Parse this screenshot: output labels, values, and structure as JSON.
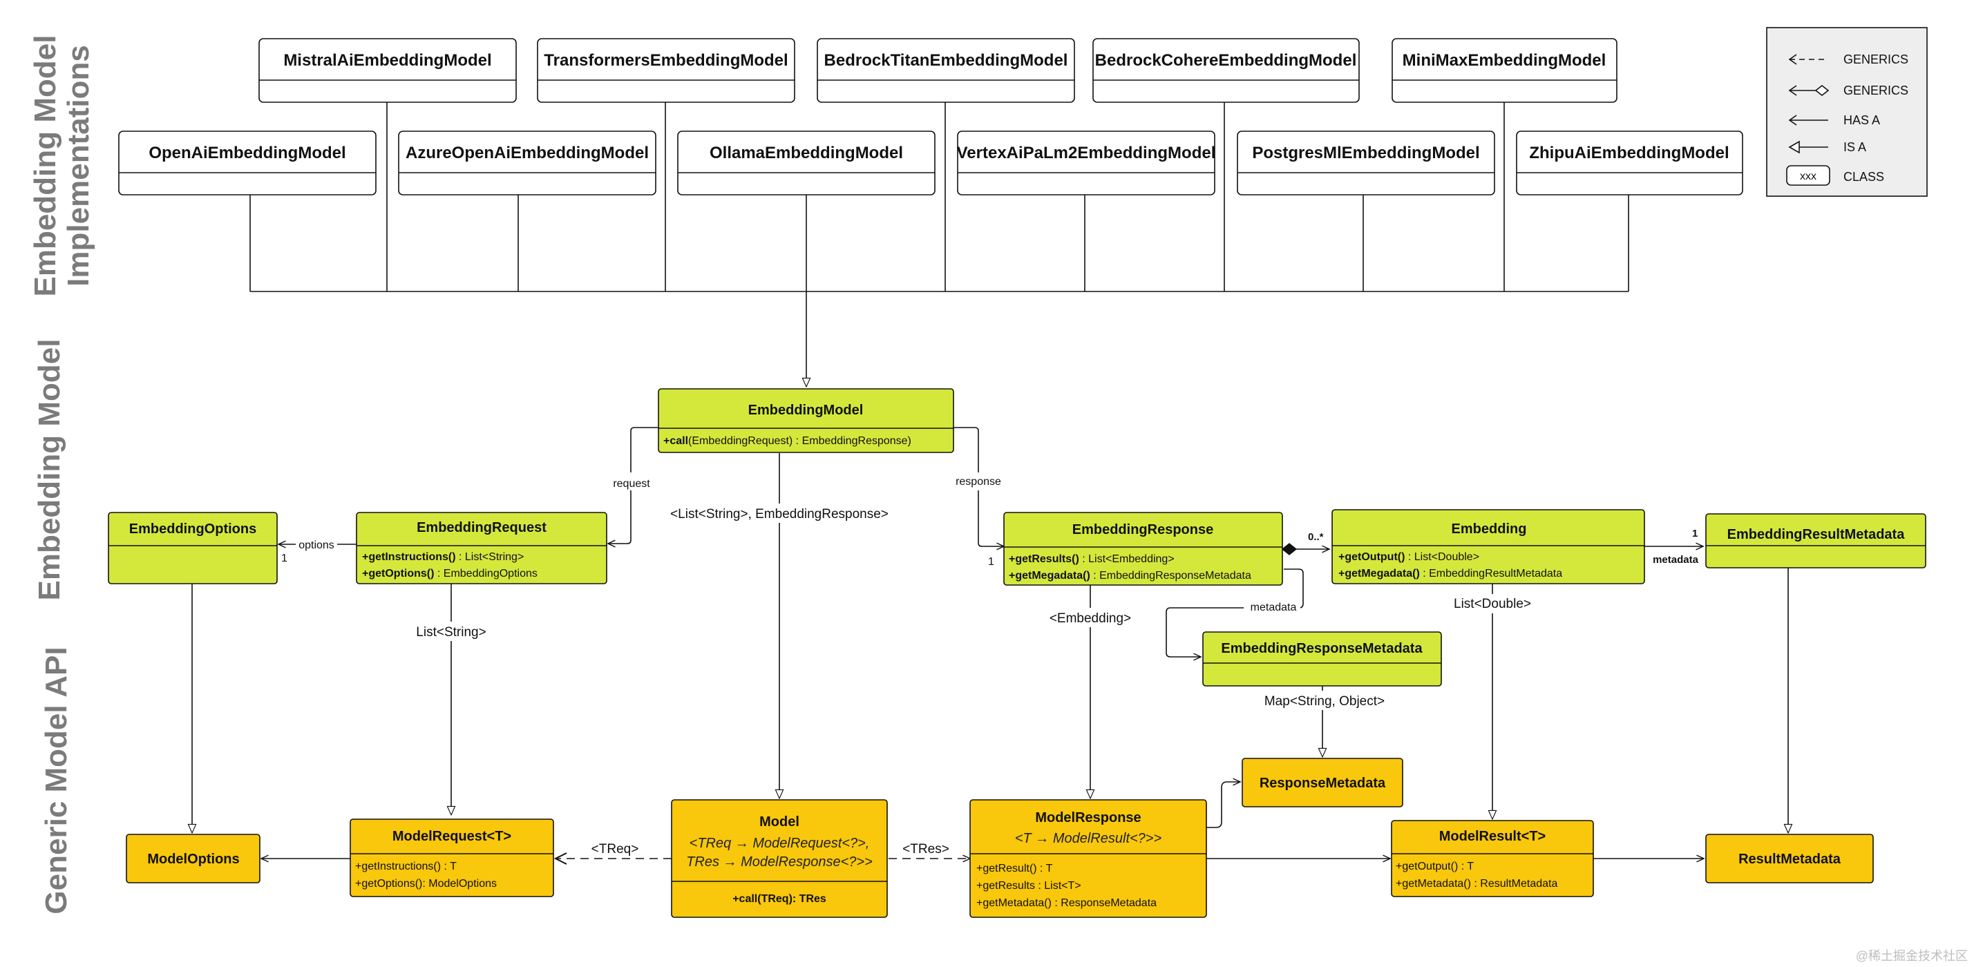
{
  "sections": {
    "implementations_line1": "Embedding Model",
    "implementations_line2": "Implementations",
    "embedding_model": "Embedding Model",
    "generic_api": "Generic Model API"
  },
  "implementations": [
    "MistralAiEmbeddingModel",
    "TransformersEmbeddingModel",
    "BedrockTitanEmbeddingModel",
    "BedrockCohereEmbeddingModel",
    "MiniMaxEmbeddingModel",
    "OpenAiEmbeddingModel",
    "AzureOpenAiEmbeddingModel",
    "OllamaEmbeddingModel",
    "VertexAiPaLm2EmbeddingModel",
    "PostgresMlEmbeddingModel",
    "ZhipuAiEmbeddingModel"
  ],
  "legend": {
    "generics_dashed": "GENERICS",
    "generics_diamond": "GENERICS",
    "has_a": "HAS A",
    "is_a": "IS A",
    "class_box": "xxx",
    "class_label": "CLASS"
  },
  "colors": {
    "embedding_layer": "#d4e83c",
    "generic_layer": "#f9c70c",
    "legend_bg": "#eeeeee"
  },
  "classes": {
    "embedding_model": {
      "name": "EmbeddingModel",
      "member_bold": "+call",
      "member_rest": "(EmbeddingRequest) : EmbeddingResponse)"
    },
    "embedding_options": {
      "name": "EmbeddingOptions"
    },
    "embedding_request": {
      "name": "EmbeddingRequest",
      "m1_bold": "+getInstructions()",
      "m1_rest": " : List<String>",
      "m2_bold": "+getOptions()",
      "m2_rest": " : EmbeddingOptions"
    },
    "embedding_response": {
      "name": "EmbeddingResponse",
      "m1_bold": "+getResults()",
      "m1_rest": " : List<Embedding>",
      "m2_bold": "+getMegadata()",
      "m2_rest": " : EmbeddingResponseMetadata"
    },
    "embedding": {
      "name": "Embedding",
      "m1_bold": "+getOutput()",
      "m1_rest": " : List<Double>",
      "m2_bold": "+getMegadata()",
      "m2_rest": " : EmbeddingResultMetadata"
    },
    "embedding_result_metadata": {
      "name": "EmbeddingResultMetadata"
    },
    "embedding_response_metadata": {
      "name": "EmbeddingResponseMetadata"
    },
    "response_metadata": {
      "name": "ResponseMetadata"
    },
    "model_options": {
      "name": "ModelOptions"
    },
    "model_request": {
      "name": "ModelRequest<T>",
      "m1": "+getInstructions() : T",
      "m2": "+getOptions(): ModelOptions"
    },
    "model": {
      "name": "Model",
      "sub1": "<TReq → ModelRequest<?>,",
      "sub2": "TRes → ModelResponse<?>>",
      "m1": "+call(TReq): TRes"
    },
    "model_response": {
      "name": "ModelResponse",
      "sub1": "<T → ModelResult<?>>",
      "m1": "+getResult() : T",
      "m2": "+getResults : List<T>",
      "m3": "+getMetadata() : ResponseMetadata"
    },
    "model_result": {
      "name": "ModelResult<T>",
      "m1": "+getOutput() : T",
      "m2": "+getMetadata() : ResultMetadata"
    },
    "result_metadata": {
      "name": "ResultMetadata"
    }
  },
  "edge_labels": {
    "request": "request",
    "response": "response",
    "list_string_embedding_response": "<List<String>, EmbeddingResponse>",
    "options": "options",
    "options_mult": "1",
    "list_string": "List<String>",
    "response_mult": "1",
    "embedding_mult": "0..*",
    "embedding_generic": "<Embedding>",
    "metadata": "metadata",
    "metadata_mult": "1",
    "metadata_result": "metadata",
    "list_double": "List<Double>",
    "map_string_object": "Map<String, Object>",
    "treq": "<TReq>",
    "tres": "<TRes>"
  },
  "watermark": "@稀土掘金技术社区"
}
